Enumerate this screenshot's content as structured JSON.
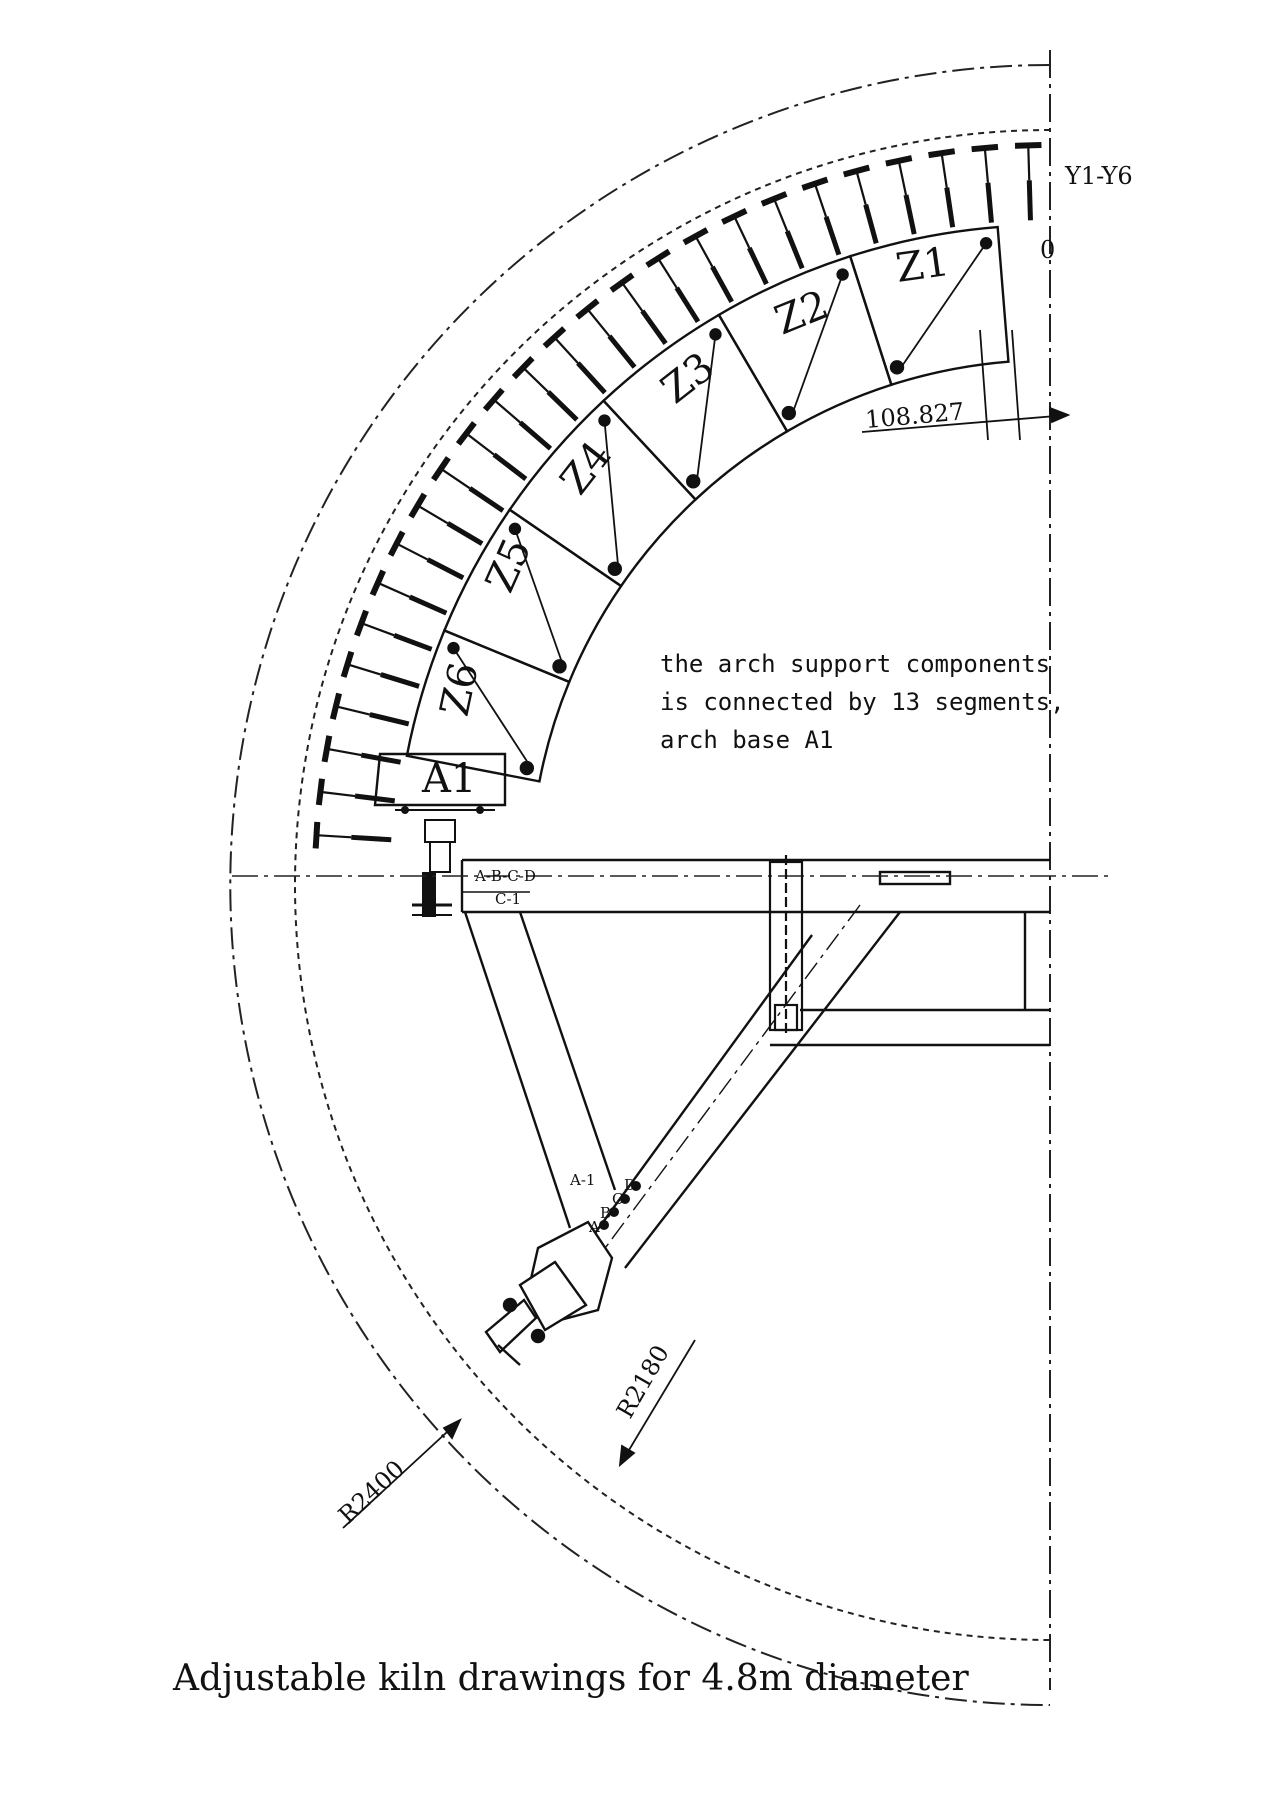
{
  "figure": {
    "title": "Adjustable kiln drawings for 4.8m diameter",
    "top_label": "Y1-Y6",
    "zero_label": "0",
    "dimension": "108.827",
    "note_lines": [
      "the arch support components",
      "is connected by 13 segments,",
      "arch base A1"
    ],
    "radius_outer": "R2400",
    "radius_inner": "R2180",
    "segments": [
      "Z1",
      "Z2",
      "Z3",
      "Z4",
      "Z5",
      "Z6"
    ],
    "base": "A1",
    "beam_labels": [
      "A-B-C-D",
      "C-1"
    ],
    "strut_label": "A-1",
    "hole_labels": [
      "A",
      "B",
      "C",
      "D"
    ]
  }
}
